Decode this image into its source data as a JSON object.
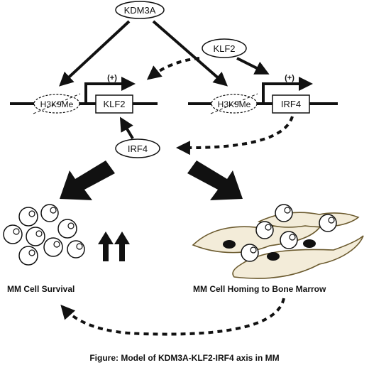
{
  "nodes": {
    "top": "KDM3A",
    "klf2_factor": "KLF2",
    "irf4_factor": "IRF4",
    "mark_left": "H3K9Me",
    "mark_right": "H3K9Me",
    "gene_left": "KLF2",
    "gene_right": "IRF4",
    "plus_left": "(+)",
    "plus_right": "(+)"
  },
  "outcomes": {
    "left": "MM Cell Survival",
    "right": "MM Cell Homing to Bone Marrow"
  },
  "caption": "Figure: Model of KDM3A-KLF2-IRF4 axis in MM",
  "colors": {
    "stroke": "#111111",
    "stroma_fill": "#f3ecd9",
    "stroma_stroke": "#6b5a2e"
  }
}
